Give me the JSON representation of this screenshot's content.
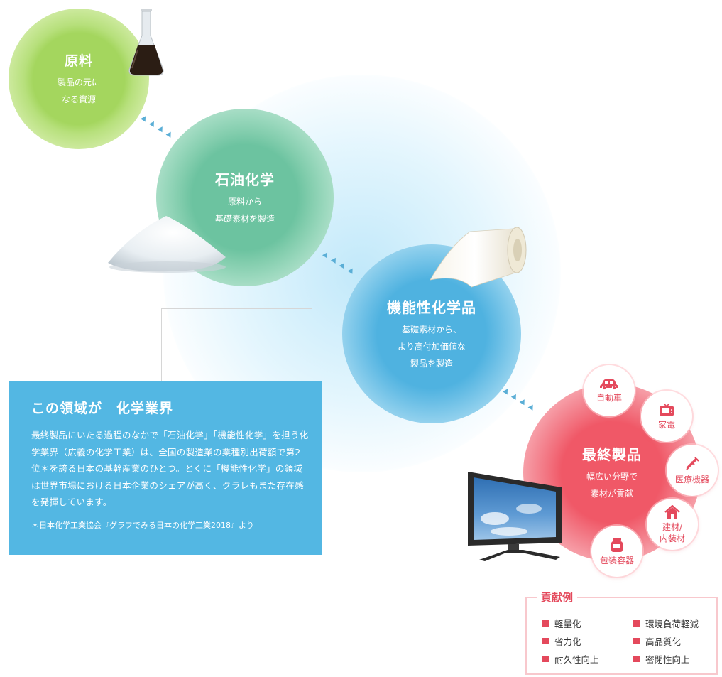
{
  "stages": {
    "raw": {
      "title": "原料",
      "desc1": "製品の元に",
      "desc2": "なる資源"
    },
    "petro": {
      "title": "石油化学",
      "desc1": "原料から",
      "desc2": "基礎素材を製造"
    },
    "functional": {
      "title": "機能性化学品",
      "desc1": "基礎素材から、",
      "desc2": "より高付加価値な",
      "desc3": "製品を製造"
    },
    "final": {
      "title": "最終製品",
      "desc1": "幅広い分野で",
      "desc2": "素材が貢献"
    }
  },
  "fields": [
    "自動車",
    "家電",
    "医療機器",
    "建材/",
    "内装材",
    "包装容器"
  ],
  "info": {
    "title": "この領域が　化学業界",
    "body": "最終製品にいたる過程のなかで「石油化学」「機能性化学」を担う化学業界（広義の化学工業）は、全国の製造業の業種別出荷額で第2位＊を誇る日本の基幹産業のひとつ。とくに「機能性化学」の領域は世界市場における日本企業のシェアが高く、クラレもまた存在感を発揮しています。",
    "note": "＊日本化学工業協会『グラフでみる日本の化学工業2018』より"
  },
  "contributions": {
    "title": "貢献例",
    "items": [
      "軽量化",
      "環境負荷軽減",
      "省力化",
      "高品質化",
      "耐久性向上",
      "密閉性向上"
    ]
  },
  "colors": {
    "raw": "#a4d65e",
    "petro": "#6cc3a0",
    "functional": "#4fb2e0",
    "final": "#f05867",
    "accent": "#e4495c",
    "infobox": "#53b7e3"
  },
  "icons": [
    "flask-icon",
    "powder-pile-icon",
    "film-roll-icon",
    "tv-icon",
    "car-icon",
    "television-icon",
    "syringe-icon",
    "house-icon",
    "container-icon"
  ]
}
